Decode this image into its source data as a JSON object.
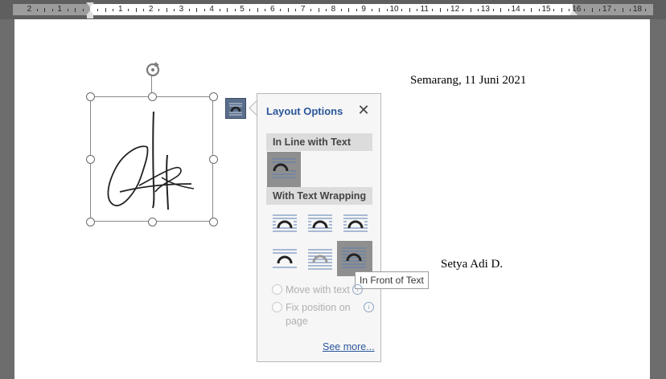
{
  "ruler": {
    "numbers": [
      "2",
      "1",
      "1",
      "2",
      "3",
      "4",
      "5",
      "6",
      "7",
      "8",
      "9",
      "10",
      "11",
      "12",
      "13",
      "14",
      "15",
      "16",
      "17",
      "18"
    ]
  },
  "document": {
    "date_line": "Semarang, 11 Juni 2021",
    "name_line": "Setya Adi D."
  },
  "picture": {
    "description_icon": "signature-image"
  },
  "layout_options": {
    "title": "Layout Options",
    "close_label": "✕",
    "inline_section": "In Line with Text",
    "wrapping_section": "With Text Wrapping",
    "move_with_text": "Move with text",
    "fix_position_line1": "Fix position on",
    "fix_position_line2": "page",
    "see_more": "See more...",
    "tooltip": "In Front of Text",
    "selected_option": "In Front of Text"
  },
  "colors": {
    "accent": "#2b579a",
    "selected_tile": "#8f8f8f",
    "page": "#ffffff",
    "workspace": "#6d6d6d"
  }
}
